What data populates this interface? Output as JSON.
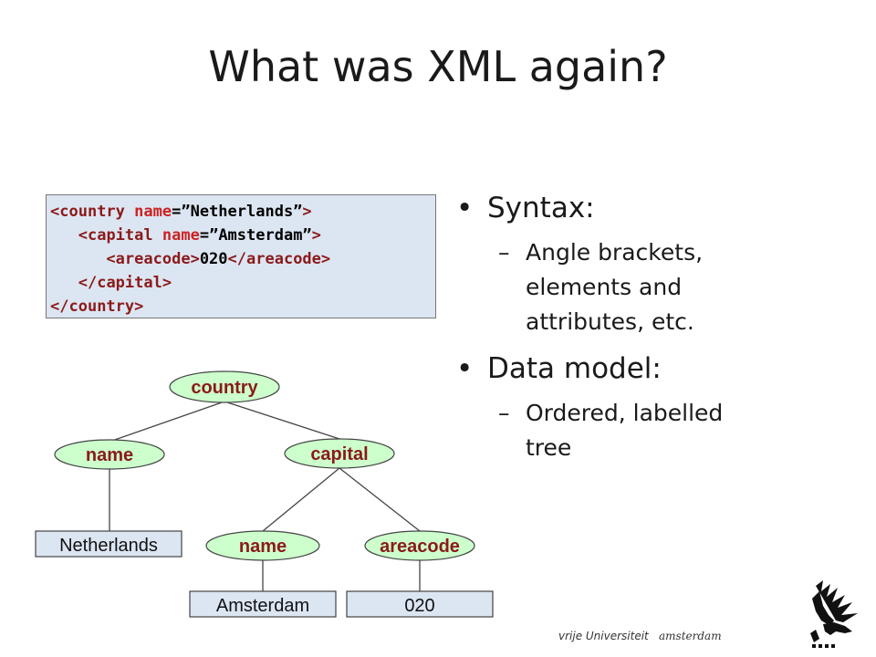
{
  "slide": {
    "title": "What was XML again?"
  },
  "code": {
    "line1": {
      "open": "<",
      "tag": "country",
      "attr": "name",
      "eq": "=",
      "value": "”Netherlands”",
      "close": ">"
    },
    "line2": {
      "indent": "   ",
      "open": "<",
      "tag": "capital",
      "attr": "name",
      "eq": "=",
      "value": "”Amsterdam”",
      "close": ">"
    },
    "line3": {
      "indent": "      ",
      "open": "<",
      "tag": "areacode",
      "close": ">",
      "text": "020",
      "endopen": "</",
      "endtag": "areacode",
      "endclose": ">"
    },
    "line4": {
      "indent": "   ",
      "open": "</",
      "tag": "capital",
      "close": ">"
    },
    "line5": {
      "open": "</",
      "tag": "country",
      "close": ">"
    }
  },
  "bullets": {
    "b1": {
      "marker": "•",
      "text": "Syntax:"
    },
    "b1_sub": {
      "marker": "–",
      "lines": [
        "Angle brackets,",
        "elements and",
        "attributes, etc."
      ]
    },
    "b2": {
      "marker": "•",
      "text": "Data model:"
    },
    "b2_sub": {
      "marker": "–",
      "lines": [
        "Ordered, labelled",
        "tree"
      ]
    }
  },
  "tree": {
    "root": "country",
    "name1": "name",
    "capital": "capital",
    "leaf_netherlands": "Netherlands",
    "name2": "name",
    "areacode": "areacode",
    "leaf_amsterdam": "Amsterdam",
    "leaf_020": "020"
  },
  "footer": {
    "university": "vrije Universiteit",
    "city": "amsterdam"
  },
  "colors": {
    "node_fill": "#ccffcc",
    "node_text": "#8b1a1a",
    "leaf_fill": "#dce6f2",
    "code_bg": "#dce6f2"
  }
}
